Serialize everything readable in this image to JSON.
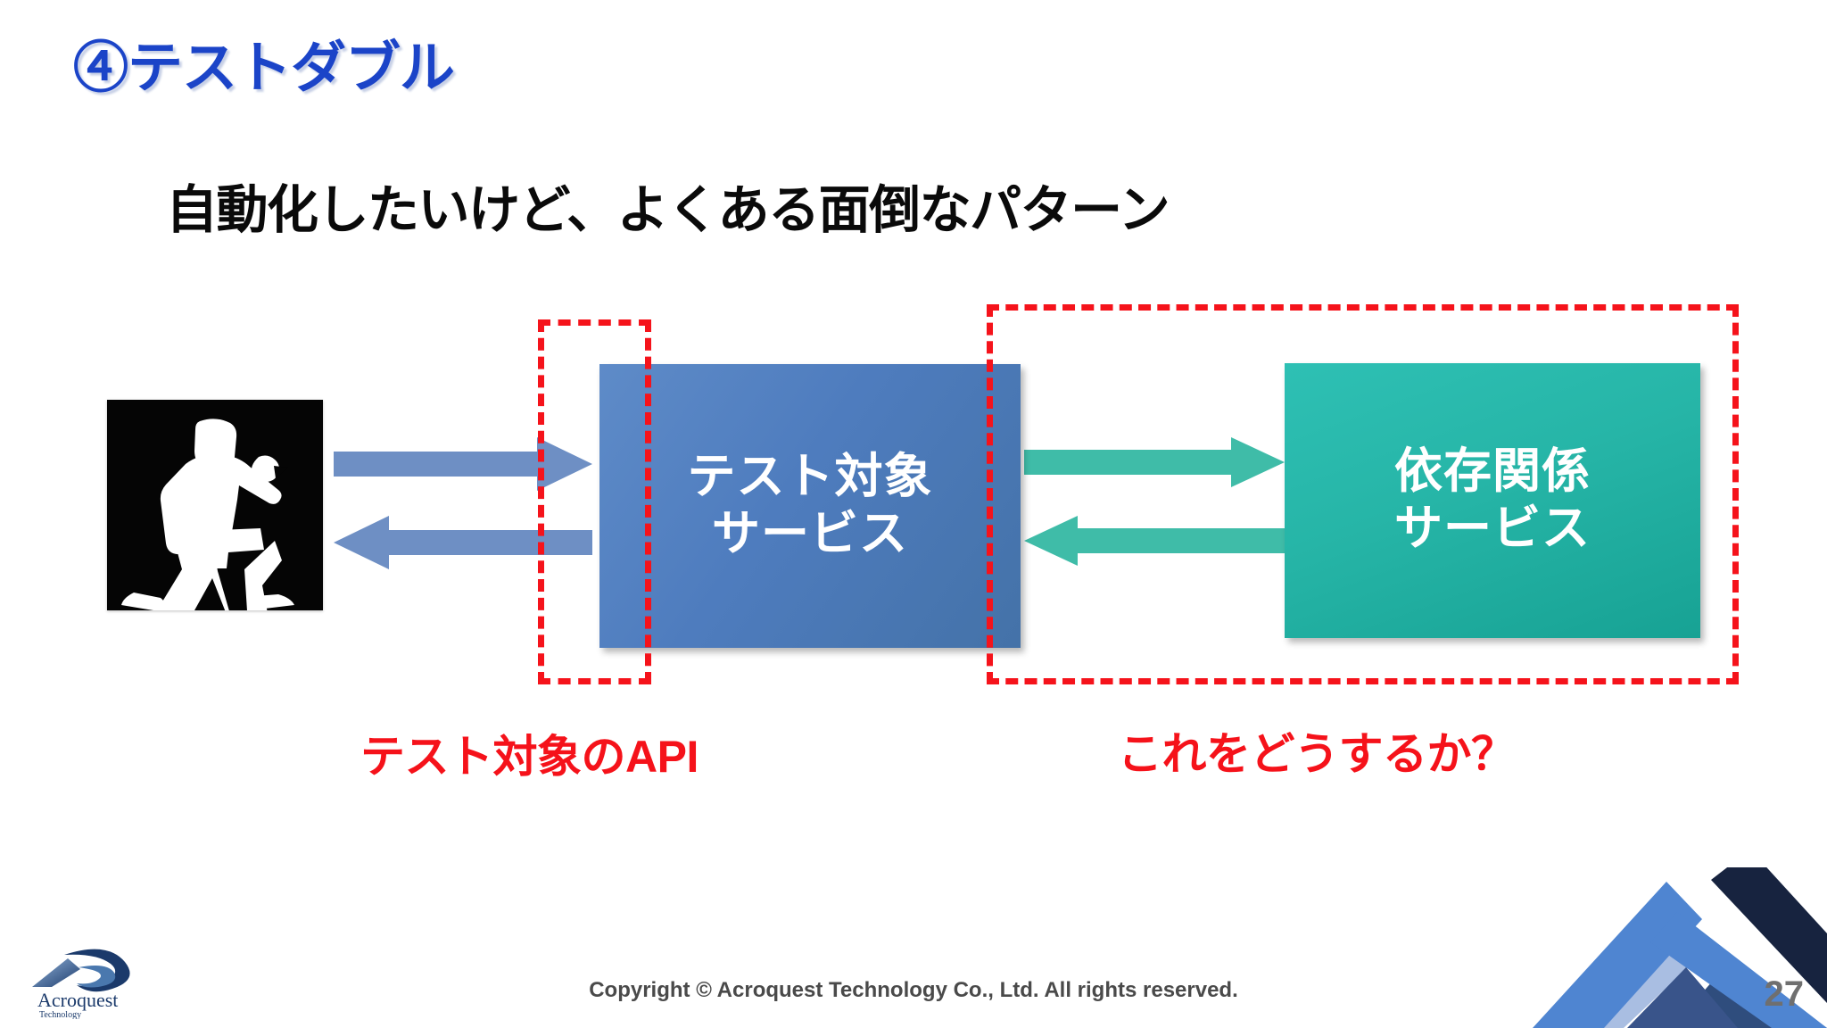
{
  "slide": {
    "title": "④テストダブル",
    "subtitle": "自動化したいけど、よくある面倒なパターン",
    "page_number": "27",
    "copyright": "Copyright © Acroquest Technology Co., Ltd. All rights reserved.",
    "title_color": "#1B44C8",
    "accent_red": "#F5121A"
  },
  "diagram": {
    "actor": {
      "name": "karate-figure",
      "background": "#050505",
      "foreground": "#ffffff"
    },
    "sut": {
      "line1": "テスト対象",
      "line2": "サービス",
      "color_from": "#5E8BC8",
      "color_to": "#4472A8"
    },
    "dependency": {
      "line1": "依存関係",
      "line2": "サービス",
      "color_from": "#2EC0B4",
      "color_to": "#17A294"
    },
    "arrows": {
      "blue_color": "#6E8FC4",
      "teal_color": "#3FBCA8"
    },
    "boundaries": {
      "api_label": "テスト対象のAPI",
      "dependency_label": "これをどうするか？",
      "stroke_color": "#F5131B"
    }
  },
  "logo": {
    "name": "Acroquest",
    "sub": "Technology"
  }
}
